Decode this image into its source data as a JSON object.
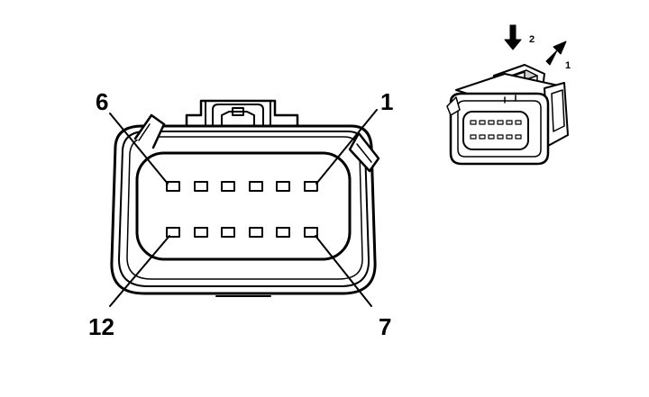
{
  "face_view": {
    "pin_labels": {
      "top_left": "6",
      "top_right": "1",
      "bottom_left": "12",
      "bottom_right": "7"
    }
  },
  "iso_view": {
    "arrow_labels": {
      "press": "2",
      "pull": "1"
    }
  },
  "colors": {
    "line": "#000000",
    "fill": "#ffffff",
    "shade": "#d0d0d0"
  }
}
